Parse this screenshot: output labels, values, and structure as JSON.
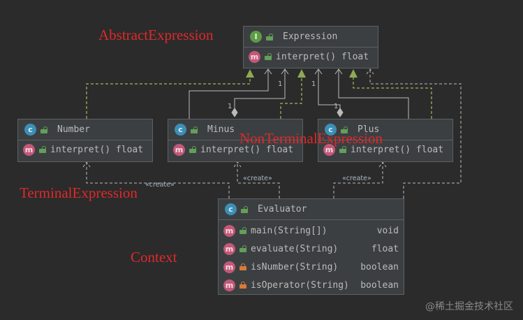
{
  "diagram": {
    "nodes": {
      "expression": {
        "kind": "interface",
        "name": "Expression",
        "methods": [
          {
            "signature": "interpret() float",
            "return": ""
          }
        ]
      },
      "number": {
        "kind": "class",
        "name": "Number",
        "methods": [
          {
            "signature": "interpret() float",
            "return": ""
          }
        ]
      },
      "minus": {
        "kind": "class",
        "name": "Minus",
        "methods": [
          {
            "signature": "interpret() float",
            "return": ""
          }
        ]
      },
      "plus": {
        "kind": "class",
        "name": "Plus",
        "methods": [
          {
            "signature": "interpret() float",
            "return": ""
          }
        ]
      },
      "evaluator": {
        "kind": "class",
        "name": "Evaluator",
        "methods": [
          {
            "signature": "main(String[])",
            "return": "void",
            "visibility": "public"
          },
          {
            "signature": "evaluate(String)",
            "return": "float",
            "visibility": "public"
          },
          {
            "signature": "isNumber(String)",
            "return": "boolean",
            "visibility": "private"
          },
          {
            "signature": "isOperator(String)",
            "return": "boolean",
            "visibility": "private"
          }
        ]
      }
    },
    "badges": {
      "class": "c",
      "interface": "I",
      "method": "m"
    },
    "edges": {
      "create_label": "«create»",
      "multiplicity_one": "1",
      "composition_one": "1"
    }
  },
  "annotations": {
    "abstract_expression": "AbstractExpression",
    "non_terminal_expression": "NonTerminalExpression",
    "terminal_expression": "TerminalExpression",
    "context": "Context"
  },
  "watermark": "@稀土掘金技术社区",
  "colors": {
    "background": "#2b2b2b",
    "box": "#3c3f41",
    "border": "#5e6164",
    "text": "#bbbbbb",
    "realization": "#c8d56e",
    "association": "#bbbbbb",
    "annotation": "#e0292a"
  },
  "icons": [
    "class-icon",
    "interface-icon",
    "method-icon",
    "public-lock-icon",
    "private-lock-icon",
    "static-marker-icon"
  ]
}
